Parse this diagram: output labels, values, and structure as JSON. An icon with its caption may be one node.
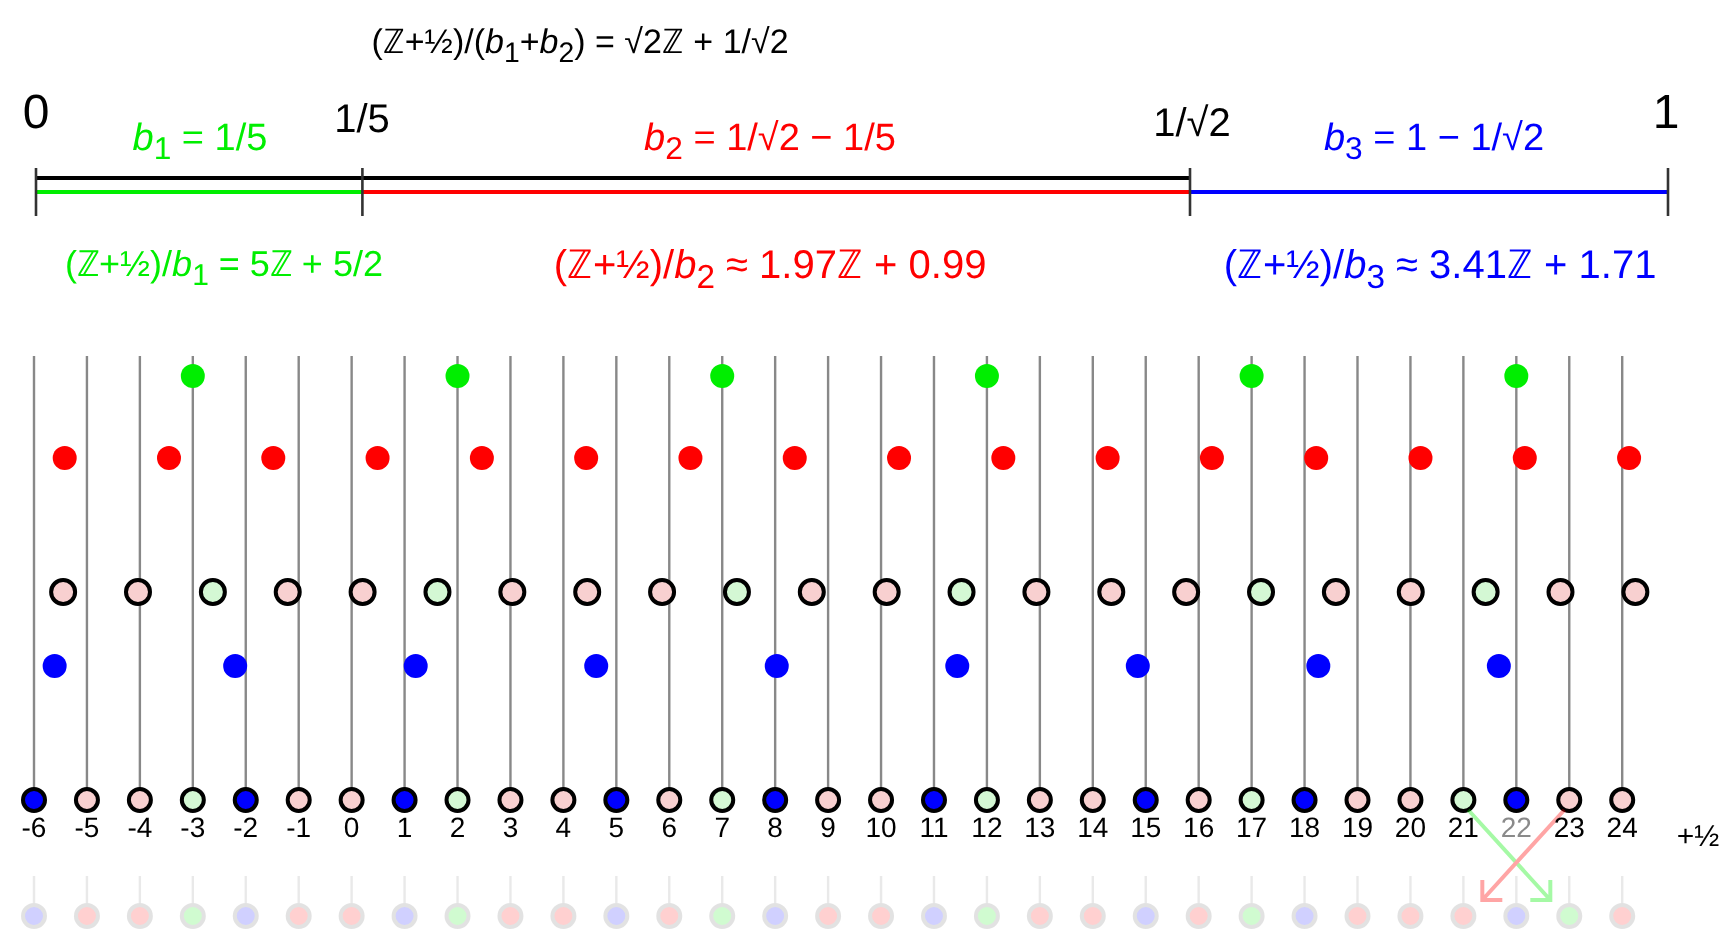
{
  "diagram": {
    "labels": [
      "0",
      "1/5",
      "(ℤ+½)/(*b*$_{1}$+*b*$_{2}$) = √2ℤ + 1/√2",
      "1/√2",
      "1",
      "*b*$_{1}$ = 1/5",
      "*b*$_{2}$ = 1/√2 − 1/5",
      "*b*$_{3}$ = 1 − 1/√2",
      "(ℤ+½)/*b*$_{1}$ = 5ℤ + 5/2",
      "(ℤ+½)/*b*$_{2}$ ≈ 1.97ℤ + 0.99",
      "(ℤ+½)/*b*$_{3}$ ≈ 3.41ℤ + 1.71",
      "-6",
      "-5",
      "-4",
      "-3",
      "-2",
      "-1",
      "0",
      "1",
      "2",
      "3",
      "4",
      "5",
      "6",
      "7",
      "8",
      "9",
      "10",
      "11",
      "12",
      "13",
      "14",
      "15",
      "16",
      "17",
      "18",
      "19",
      "20",
      "21",
      "22",
      "23",
      "24",
      "+½"
    ]
  }
}
